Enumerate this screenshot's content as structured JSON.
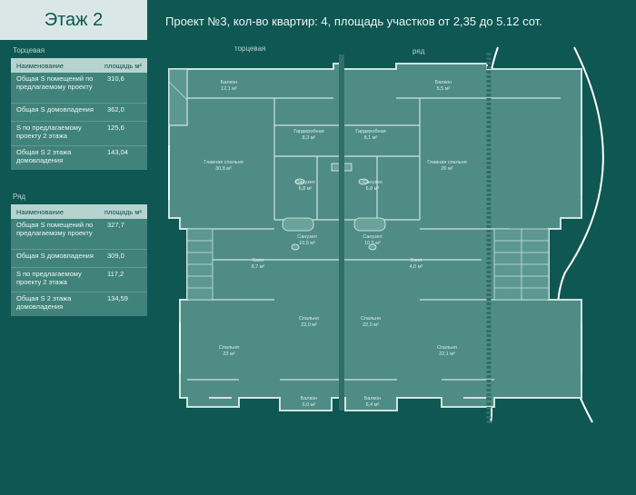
{
  "header": {
    "floor": "Этаж 2",
    "title": "Проект №3, кол-во квартир: 4, площадь участков от 2,35 до 5.12 сот."
  },
  "sections": [
    {
      "label": "Торцевая",
      "col_name": "Наименование",
      "col_area": "площадь м²",
      "rows": [
        {
          "name": "Общая S помещений по предлагаемому проекту",
          "value": "310,6"
        },
        {
          "name": "Общая S домовладения",
          "value": "362,0"
        },
        {
          "name": "S по предлагаемому проекту 2 этажа",
          "value": "125,6"
        },
        {
          "name": "Общая S 2 этажа домовладения",
          "value": "143,04"
        }
      ]
    },
    {
      "label": "Ряд",
      "col_name": "Наименование",
      "col_area": "площадь м²",
      "rows": [
        {
          "name": "Общая S помещений по предлагаемому проекту",
          "value": "327,7"
        },
        {
          "name": "Общая S домовладения",
          "value": "309,0"
        },
        {
          "name": "S по предлагаемому проекту 2 этажа",
          "value": "117,2"
        },
        {
          "name": "Общая S 2 этажа домовладения",
          "value": "134,59"
        }
      ]
    }
  ],
  "plan": {
    "label_left": "торцевая",
    "label_right": "ряд",
    "rooms": [
      {
        "name": "Балкон",
        "area": "12,1 м²"
      },
      {
        "name": "Балкон",
        "area": "5,5 м²"
      },
      {
        "name": "Гардеробная",
        "area": "8,3 м²"
      },
      {
        "name": "Гардеробная",
        "area": "8,1 м²"
      },
      {
        "name": "Главная спальня",
        "area": "30,8 м²"
      },
      {
        "name": "Главная спальня",
        "area": "26 м²"
      },
      {
        "name": "Санузел",
        "area": "6,8 м²"
      },
      {
        "name": "Санузел",
        "area": "6,8 м²"
      },
      {
        "name": "Санузел",
        "area": "10,5 м²"
      },
      {
        "name": "Санузел",
        "area": "10,5 м²"
      },
      {
        "name": "Холл",
        "area": "8,7 м²"
      },
      {
        "name": "Холл",
        "area": "4,0 м²"
      },
      {
        "name": "Спальня",
        "area": "22,0 м²"
      },
      {
        "name": "Спальня",
        "area": "22,0 м²"
      },
      {
        "name": "Спальня",
        "area": "23 м²"
      },
      {
        "name": "Спальня",
        "area": "22,1 м²"
      },
      {
        "name": "Балкон",
        "area": "6,0 м²"
      },
      {
        "name": "Балкон",
        "area": "6,4 м²"
      }
    ]
  },
  "colors": {
    "background": "#0f5752",
    "panel": "#40837b",
    "panel_header": "#b7d3cf",
    "plan_fill": "#4f8c85",
    "plan_wall": "#cfe3e0"
  }
}
